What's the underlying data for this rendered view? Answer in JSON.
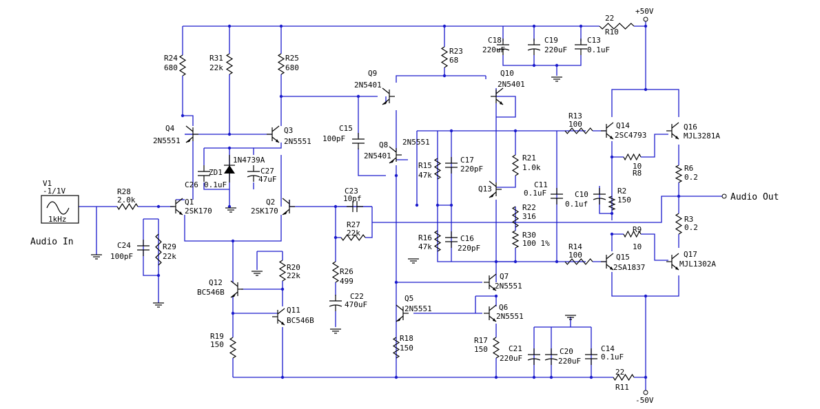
{
  "rails": {
    "pos": "+50V",
    "neg": "-50V"
  },
  "io": {
    "in": "Audio In",
    "out": "Audio Out"
  },
  "source": {
    "name": "V1",
    "value": "-1/1V",
    "freq": "1kHz"
  },
  "resistors": {
    "R2": {
      "name": "R2",
      "value": "150"
    },
    "R3": {
      "name": "R3",
      "value": "0.2"
    },
    "R6": {
      "name": "R6",
      "value": "0.2"
    },
    "R8": {
      "name": "R8",
      "value": "10"
    },
    "R9": {
      "name": "R9",
      "value": "10"
    },
    "R10": {
      "name": "R10",
      "value": "22"
    },
    "R11": {
      "name": "R11",
      "value": "22"
    },
    "R13": {
      "name": "R13",
      "value": "100"
    },
    "R14": {
      "name": "R14",
      "value": "100"
    },
    "R15": {
      "name": "R15",
      "value": "47k"
    },
    "R16": {
      "name": "R16",
      "value": "47k"
    },
    "R17": {
      "name": "R17",
      "value": "150"
    },
    "R18": {
      "name": "R18",
      "value": "150"
    },
    "R19": {
      "name": "R19",
      "value": "150"
    },
    "R20": {
      "name": "R20",
      "value": "22k"
    },
    "R21": {
      "name": "R21",
      "value": "1.0k"
    },
    "R22": {
      "name": "R22",
      "value": "316"
    },
    "R23": {
      "name": "R23",
      "value": "68"
    },
    "R24": {
      "name": "R24",
      "value": "680"
    },
    "R25": {
      "name": "R25",
      "value": "680"
    },
    "R26": {
      "name": "R26",
      "value": "499"
    },
    "R27": {
      "name": "R27",
      "value": "22k"
    },
    "R28": {
      "name": "R28",
      "value": "2.0k"
    },
    "R29": {
      "name": "R29",
      "value": "22k"
    },
    "R30": {
      "name": "R30",
      "value": "100 1%"
    },
    "R31": {
      "name": "R31",
      "value": "22k"
    }
  },
  "capacitors": {
    "C10": {
      "name": "C10",
      "value": "0.1uf"
    },
    "C11": {
      "name": "C11",
      "value": "0.1uF"
    },
    "C13": {
      "name": "C13",
      "value": "0.1uF"
    },
    "C14": {
      "name": "C14",
      "value": "0.1uF"
    },
    "C15": {
      "name": "C15",
      "value": "100pF"
    },
    "C16": {
      "name": "C16",
      "value": "220pF"
    },
    "C17": {
      "name": "C17",
      "value": "220pF"
    },
    "C18": {
      "name": "C18",
      "value": "220uF"
    },
    "C19": {
      "name": "C19",
      "value": "220uF"
    },
    "C20": {
      "name": "C20",
      "value": "220uF"
    },
    "C21": {
      "name": "C21",
      "value": "220uF"
    },
    "C22": {
      "name": "C22",
      "value": "470uF"
    },
    "C23": {
      "name": "C23",
      "value": "10pf"
    },
    "C24": {
      "name": "C24",
      "value": "100pF"
    },
    "C26": {
      "name": "C26",
      "value": "0.1uF"
    },
    "C27": {
      "name": "C27",
      "value": "47uF"
    }
  },
  "transistors": {
    "Q1": {
      "name": "Q1",
      "part": "2SK170"
    },
    "Q2": {
      "name": "Q2",
      "part": "2SK170"
    },
    "Q3": {
      "name": "Q3",
      "part": "2N5551"
    },
    "Q4": {
      "name": "Q4",
      "part": "2N5551"
    },
    "Q5": {
      "name": "Q5",
      "part": "2N5551"
    },
    "Q6": {
      "name": "Q6",
      "part": "2N5551"
    },
    "Q7": {
      "name": "Q7",
      "part": "2N5551"
    },
    "Q8": {
      "name": "Q8",
      "part": "2N5401"
    },
    "Q8b": {
      "name": "",
      "part": "2N5551"
    },
    "Q9": {
      "name": "Q9",
      "part": "2N5401"
    },
    "Q10": {
      "name": "Q10",
      "part": "2N5401"
    },
    "Q11": {
      "name": "Q11",
      "part": "BC546B"
    },
    "Q12": {
      "name": "Q12",
      "part": "BC546B"
    },
    "Q13": {
      "name": "Q13",
      "part": ""
    },
    "Q14": {
      "name": "Q14",
      "part": "2SC4793"
    },
    "Q15": {
      "name": "Q15",
      "part": "2SA1837"
    },
    "Q16": {
      "name": "Q16",
      "part": "MJL3281A"
    },
    "Q17": {
      "name": "Q17",
      "part": "MJL1302A"
    }
  },
  "zener": {
    "name": "ZD1",
    "part": "1N4739A"
  },
  "colors": {
    "wire": "#1a1acc",
    "component": "#000000"
  }
}
